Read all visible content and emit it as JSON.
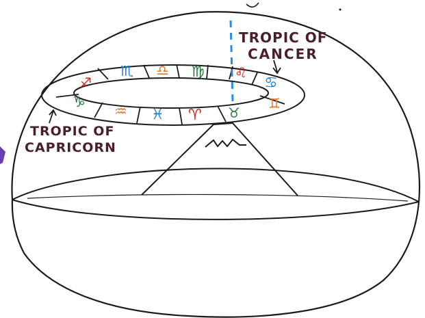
{
  "labels": {
    "tropic_cancer_line1": "TROPIC OF",
    "tropic_cancer_line2": "CANCER",
    "tropic_capricorn_line1": "TROPIC OF",
    "tropic_capricorn_line2": "CAPRICORN"
  },
  "zodiac": {
    "scorpio": "♏",
    "libra": "♎",
    "virgo": "♍",
    "leo": "♌",
    "cancer": "♋",
    "gemini": "♊",
    "taurus": "♉",
    "aries": "♈",
    "pisces": "♓",
    "aquarius": "♒",
    "capricorn": "♑",
    "sagittarius": "♐"
  },
  "colors": {
    "ink": "#1a1a1a",
    "label": "#4a1f2c",
    "blue": "#1e7fd6",
    "red": "#d8251d",
    "green": "#1f7a3a",
    "orange": "#e8762a",
    "axis_dash": "#2a8be0"
  }
}
